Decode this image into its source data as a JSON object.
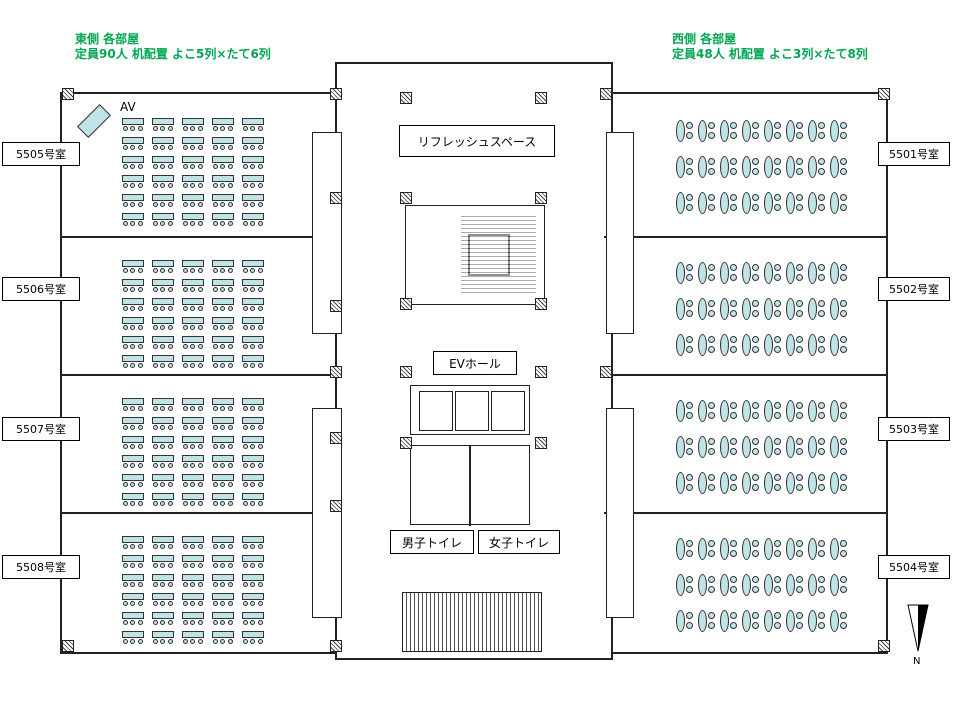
{
  "east_header": {
    "line1": "東側 各部屋",
    "line2": "定員90人 机配置 よこ5列×たて6列"
  },
  "west_header": {
    "line1": "西側 各部屋",
    "line2": "定員48人 机配置 よこ3列×たて8列"
  },
  "left_rooms": [
    "5505号室",
    "5506号室",
    "5507号室",
    "5508号室"
  ],
  "right_rooms": [
    "5501号室",
    "5502号室",
    "5503号室",
    "5504号室"
  ],
  "center": {
    "refresh": "リフレッシュスペース",
    "ev_hall": "EVホール",
    "mens": "男子トイレ",
    "womens": "女子トイレ"
  },
  "av_label": "AV",
  "north_label": "N",
  "colors": {
    "header": "#00a651",
    "furniture": "#bfe3e6"
  }
}
